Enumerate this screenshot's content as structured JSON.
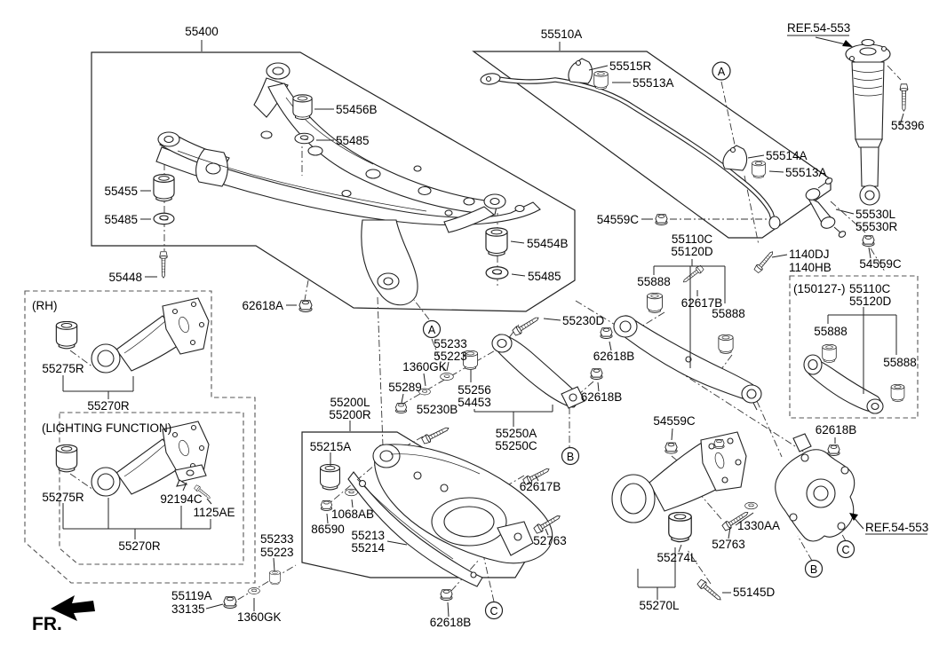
{
  "diagram_type": "rear-suspension-parts-diagram",
  "fr": "FR.",
  "callouts": {
    "a": "A",
    "b": "B",
    "c": "C"
  },
  "L": {
    "p55400": "55400",
    "p55510A": "55510A",
    "refTop": "REF.54-553",
    "refBot": "REF.54-553",
    "p55515R": "55515R",
    "p55513Aa": "55513A",
    "p55514A": "55514A",
    "p55513Ab": "55513A",
    "p55456B": "55456B",
    "p55485a": "55485",
    "p55455": "55455",
    "p55485b": "55485",
    "p55448": "55448",
    "p62618A": "62618A",
    "p55454B": "55454B",
    "p55485c": "55485",
    "p54559Ca": "54559C",
    "p55110Ca": "55110C",
    "p55120Da": "55120D",
    "p1140DJ": "1140DJ",
    "p1140HB": "1140HB",
    "p55530L": "55530L",
    "p55530R": "55530R",
    "p54559Cb": "54559C",
    "p55396": "55396",
    "p55888a": "55888",
    "p62617Ba": "62617B",
    "p55888b": "55888",
    "p55230D": "55230D",
    "p62618Ba": "62618B",
    "p62618Bb": "62618B",
    "p150127": "(150127-)",
    "p55110Cb": "55110C",
    "p55120Db": "55120D",
    "p55888c": "55888",
    "p55888d": "55888",
    "p62618Bc": "62618B",
    "p55233a": "55233",
    "p55223a": "55223",
    "p1360GKa": "1360GK",
    "p55289": "55289",
    "p55230B": "55230B",
    "p55256": "55256",
    "p54453": "54453",
    "p55250A": "55250A",
    "p55250C": "55250C",
    "p55200L": "55200L",
    "p55200R": "55200R",
    "p55215A": "55215A",
    "p1068AB": "1068AB",
    "p86590": "86590",
    "p55213": "55213",
    "p55214": "55214",
    "p62617Bb": "62617B",
    "p52763a": "52763",
    "p54559Cc": "54559C",
    "p55274L": "55274L",
    "p55270L": "55270L",
    "p52763b": "52763",
    "p1330AA": "1330AA",
    "p55145D": "55145D",
    "p62618Bd": "62618B",
    "p55119A": "55119A",
    "p33135": "33135",
    "p1360GKb": "1360GK",
    "p55233b": "55233",
    "p55223b": "55223",
    "pRH": "(RH)",
    "p55275Ra": "55275R",
    "p55270Ra": "55270R",
    "pLight": "(LIGHTING FUNCTION)",
    "p55275Rb": "55275R",
    "p92194C": "92194C",
    "p1125AE": "1125AE",
    "p55270Rb": "55270R"
  }
}
